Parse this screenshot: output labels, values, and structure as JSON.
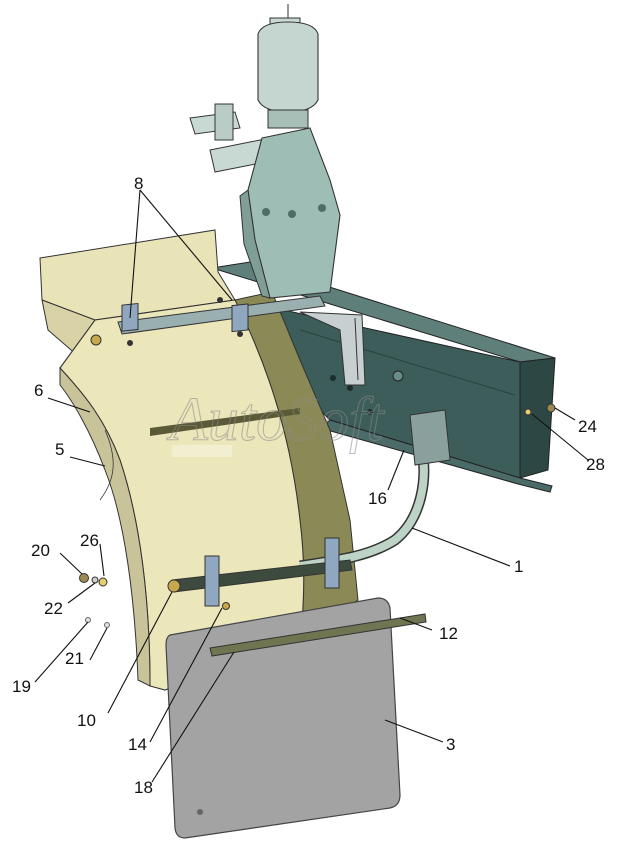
{
  "watermark": "AutoSoft",
  "colors": {
    "fender": "#ece6bb",
    "fender_side": "#8b8a57",
    "frame": "#3d5d5a",
    "mechanism": "#9ebdb4",
    "pipe": "#bcd3c6",
    "mudflap": "#a3a3a3",
    "bracket": "#8fa8c0"
  },
  "callouts": [
    {
      "id": "1",
      "label": "1"
    },
    {
      "id": "3",
      "label": "3"
    },
    {
      "id": "5",
      "label": "5"
    },
    {
      "id": "6",
      "label": "6"
    },
    {
      "id": "8",
      "label": "8"
    },
    {
      "id": "10",
      "label": "10"
    },
    {
      "id": "12",
      "label": "12"
    },
    {
      "id": "14",
      "label": "14"
    },
    {
      "id": "16",
      "label": "16"
    },
    {
      "id": "18",
      "label": "18"
    },
    {
      "id": "19",
      "label": "19"
    },
    {
      "id": "20",
      "label": "20"
    },
    {
      "id": "21",
      "label": "21"
    },
    {
      "id": "22",
      "label": "22"
    },
    {
      "id": "24",
      "label": "24"
    },
    {
      "id": "26",
      "label": "26"
    },
    {
      "id": "28",
      "label": "28"
    }
  ]
}
